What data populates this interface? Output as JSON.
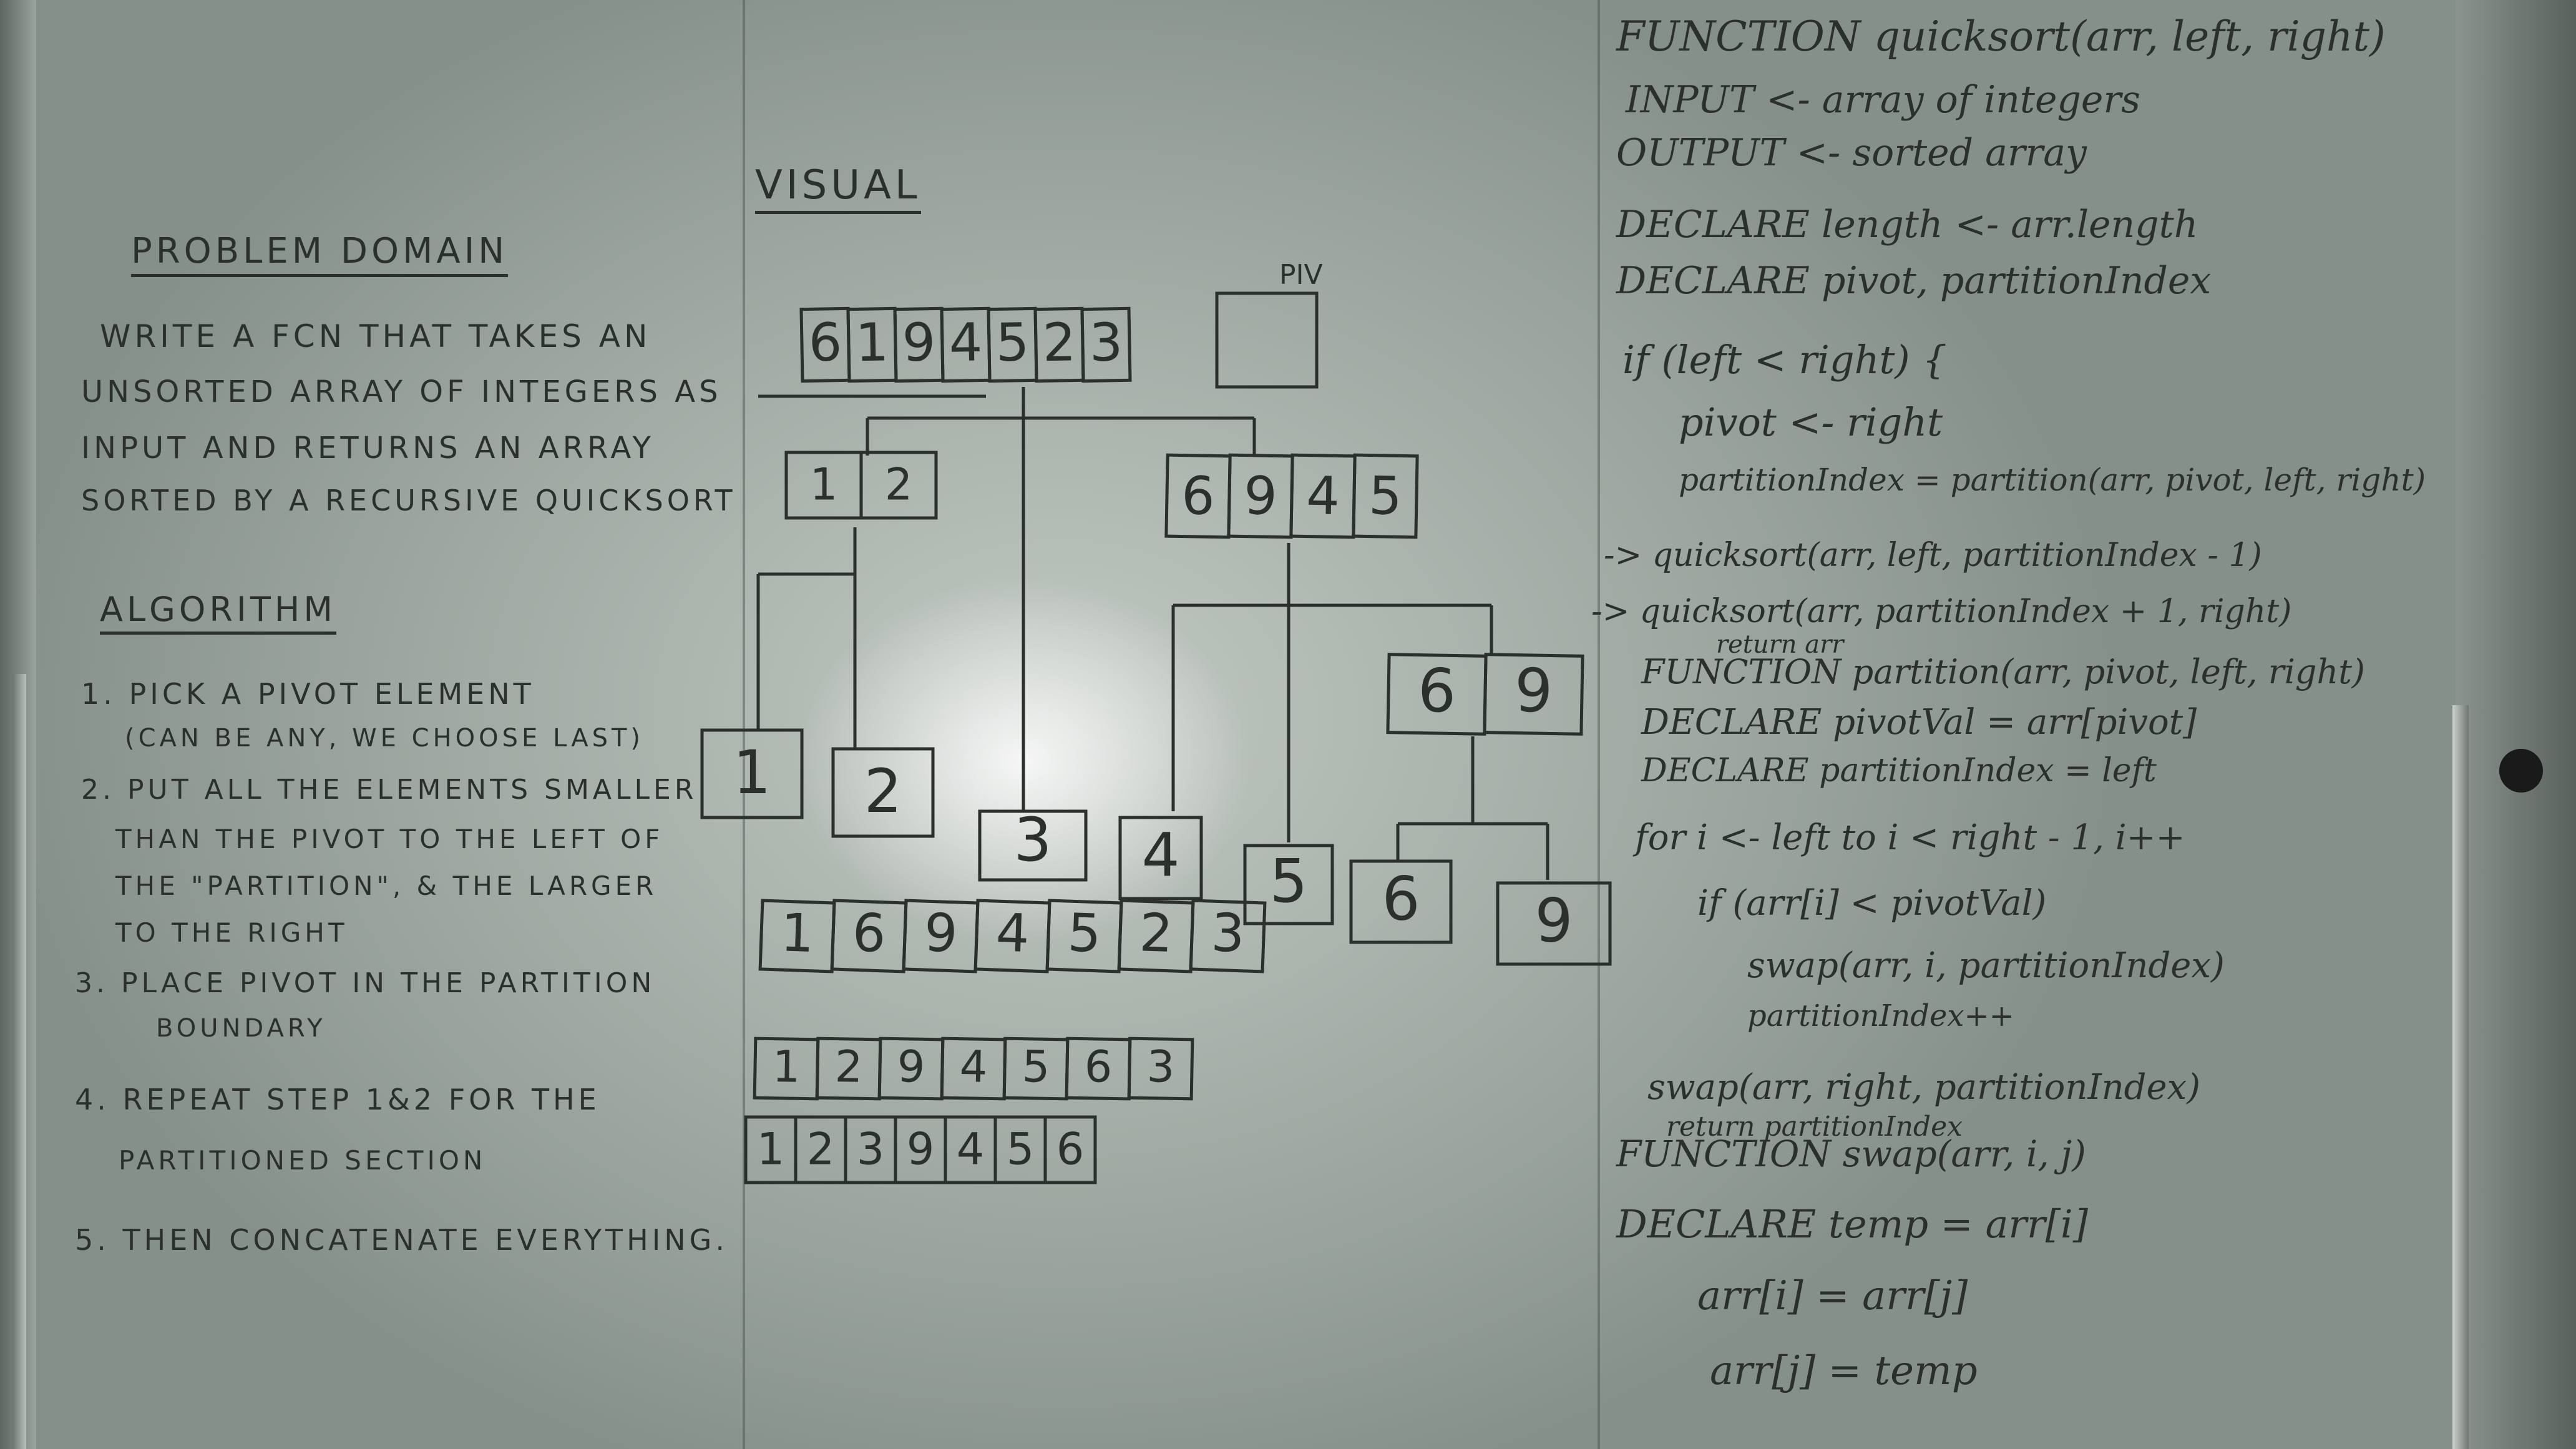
{
  "left_panel": {
    "problem_heading": "PROBLEM DOMAIN",
    "problem_lines": [
      "WRITE A FCN THAT TAKES AN",
      "UNSORTED ARRAY OF INTEGERS AS",
      "INPUT AND RETURNS AN ARRAY",
      "SORTED BY A RECURSIVE QUICKSORT"
    ],
    "algorithm_heading": "ALGORITHM",
    "steps": [
      "1. PICK A PIVOT ELEMENT",
      "(CAN BE ANY, WE CHOOSE LAST)",
      "2. PUT ALL THE ELEMENTS SMALLER",
      "THAN THE PIVOT TO THE LEFT OF",
      "THE \"PARTITION\", & THE LARGER",
      "TO THE RIGHT",
      "3. PLACE PIVOT IN THE PARTITION",
      "BOUNDARY",
      "4. REPEAT STEP 1&2 FOR THE",
      "PARTITIONED SECTION",
      "5. THEN CONCATENATE EVERYTHING."
    ]
  },
  "visual": {
    "heading": "VISUAL",
    "pivot_label": "PIV",
    "top_row": [
      "6",
      "1",
      "9",
      "4",
      "5",
      "2",
      "3"
    ],
    "left_split": [
      "1",
      "2"
    ],
    "right_split": [
      "6",
      "9",
      "4",
      "5"
    ],
    "pair": [
      "6",
      "9"
    ],
    "leaves": [
      "1",
      "2",
      "3",
      "4",
      "5",
      "6",
      "9"
    ],
    "trace_row_1": [
      "1",
      "6",
      "9",
      "4",
      "5",
      "2",
      "3"
    ],
    "trace_row_2": [
      "1",
      "2",
      "9",
      "4",
      "5",
      "6",
      "3"
    ],
    "trace_row_3": [
      "1",
      "2",
      "3",
      "9",
      "4",
      "5",
      "6"
    ]
  },
  "code": {
    "lines": [
      "FUNCTION quicksort(arr, left, right)",
      "INPUT <- array of integers",
      "OUTPUT <- sorted array",
      "DECLARE length <- arr.length",
      "DECLARE pivot, partitionIndex",
      "if (left < right) {",
      "pivot <- right",
      "partitionIndex = partition(arr, pivot, left, right)",
      "-> quicksort(arr, left, partitionIndex - 1)",
      "-> quicksort(arr, partitionIndex + 1, right)",
      "return arr",
      "FUNCTION partition(arr, pivot, left, right)",
      "DECLARE pivotVal = arr[pivot]",
      "DECLARE partitionIndex = left",
      "for i <- left to i < right - 1, i++",
      "if (arr[i] < pivotVal)",
      "swap(arr, i, partitionIndex)",
      "partitionIndex++",
      "swap(arr, right, partitionIndex)",
      "return partitionIndex",
      "FUNCTION swap(arr, i, j)",
      "DECLARE temp = arr[i]",
      "arr[i] = arr[j]",
      "arr[j] = temp"
    ]
  }
}
